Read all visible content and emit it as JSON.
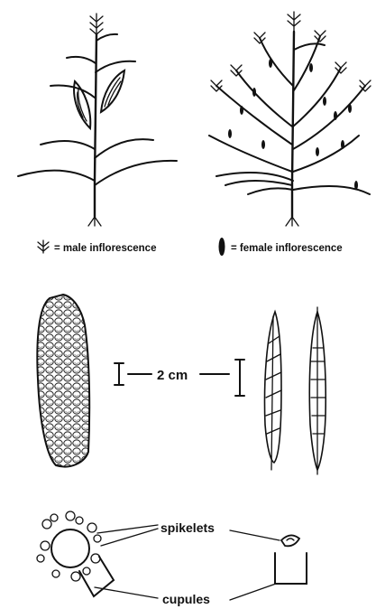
{
  "legend": {
    "male": "= male inflorescence",
    "female": "= female inflorescence"
  },
  "scale_label": "2 cm",
  "labels": {
    "spikelets": "spikelets",
    "cupules": "cupules"
  }
}
